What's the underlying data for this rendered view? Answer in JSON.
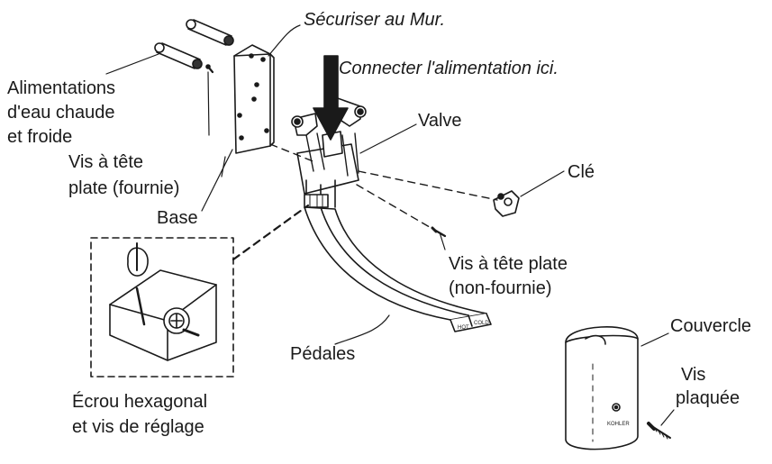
{
  "labels": {
    "secure_wall": "Sécuriser au Mur.",
    "connect_supply": "Connecter l'alimentation ici.",
    "supplies_line1": "Alimentations",
    "supplies_line2": "d'eau chaude",
    "supplies_line3": "et froide",
    "flat_screw_line1": "Vis à tête",
    "flat_screw_line2": "plate (fournie)",
    "base": "Base",
    "valve": "Valve",
    "key": "Clé",
    "flat_screw2_line1": "Vis à tête plate",
    "flat_screw2_line2": "(non-fournie)",
    "pedals": "Pédales",
    "cover": "Couvercle",
    "plated_screw_line1": "Vis",
    "plated_screw_line2": "plaquée",
    "hex_nut_line1": "Écrou hexagonal",
    "hex_nut_line2": "et vis de réglage"
  },
  "pedal_markings": {
    "left": "HOT",
    "right": "COLD"
  },
  "cover_brand": "KOHLER"
}
